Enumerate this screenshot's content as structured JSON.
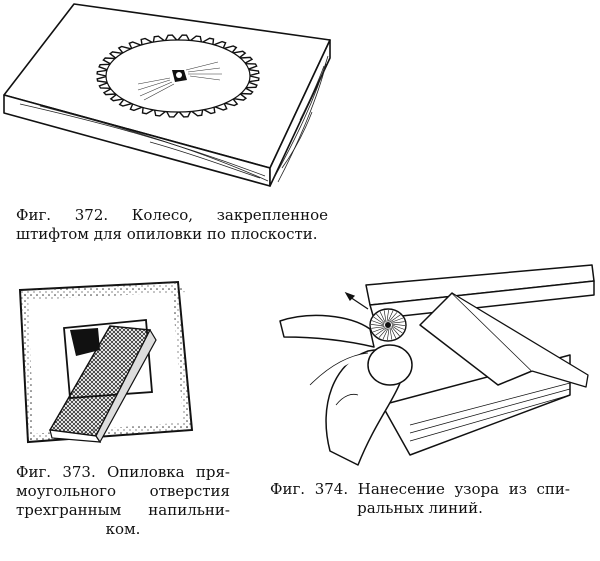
{
  "figure_372": {
    "caption_line1": "Фиг. 372. Колесо, закрепленное",
    "caption_line2": "штифтом для опиловки по плоскости."
  },
  "figure_373": {
    "caption_line1": "Фиг. 373. Опиловка пря-",
    "caption_line2": "моугольного отверстия",
    "caption_line3": "трехгранным напильни-",
    "caption_line4": "ком."
  },
  "figure_374": {
    "caption_line1": "Фиг. 374. Нанесение узора из спи-",
    "caption_line2": "ральных линий."
  }
}
